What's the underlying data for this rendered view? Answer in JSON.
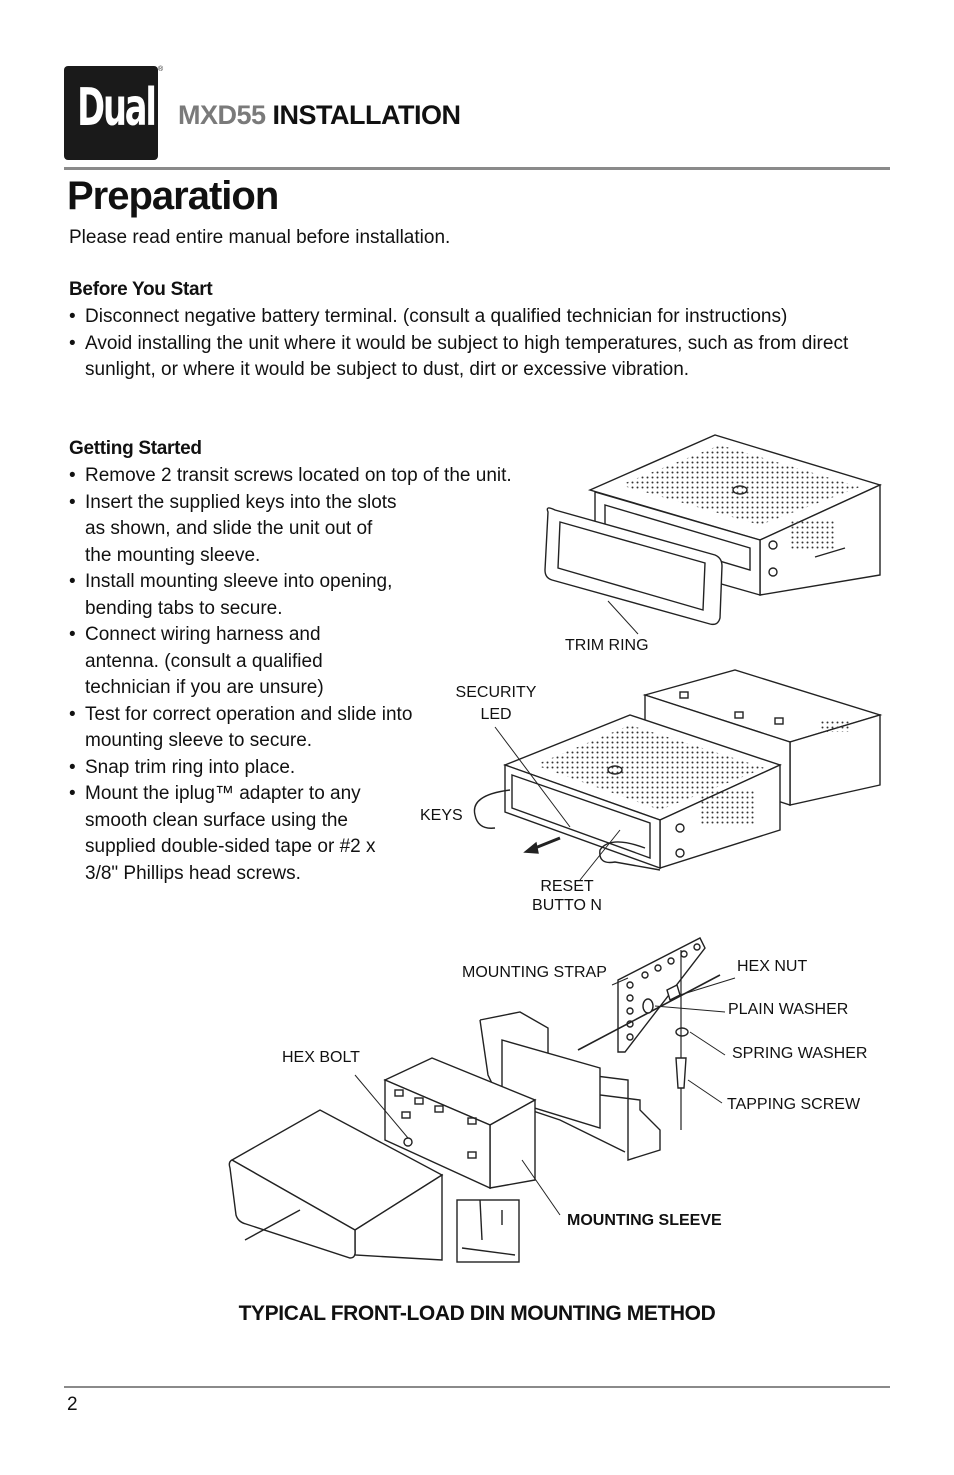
{
  "header": {
    "logo_text": "Dual",
    "logo_mark": "®",
    "model": "MXD55",
    "section": "INSTALLATION"
  },
  "page_title": "Preparation",
  "intro": "Please read entire manual before installation.",
  "before_you_start": {
    "heading": "Before You Start",
    "items": [
      "Disconnect negative battery terminal. (consult a qualified technician for instructions)",
      "Avoid installing the unit where it would be subject to high temperatures, such as from direct sunlight, or where it would be subject to dust, dirt or excessive vibration."
    ]
  },
  "getting_started": {
    "heading": "Getting Started",
    "items": [
      "Remove 2 transit screws located on top of the unit.",
      "Insert the supplied keys into the slots as shown, and slide the unit out of the mounting sleeve.",
      "Install mounting sleeve into opening, bending tabs to secure.",
      "Connect wiring harness and antenna. (consult a qualified technician if you are unsure)",
      "Test for correct operation and slide into mounting sleeve to secure.",
      "Snap trim ring into place.",
      "Mount the iplug™ adapter to any smooth clean surface using the supplied double-sided tape or #2 x 3/8\" Phillips head screws."
    ]
  },
  "diagram_labels": {
    "trim_ring": "TRIM RING",
    "security_led_1": "SECURITY",
    "security_led_2": "LED",
    "keys": "KEYS",
    "reset_1": "RESET",
    "reset_2": "BUTTO N",
    "mounting_strap": "MOUNTING STRAP",
    "hex_nut": "HEX NUT",
    "plain_washer": "PLAIN WASHER",
    "spring_washer": "SPRING WASHER",
    "hex_bolt": "HEX BOLT",
    "tapping_screw": "TAPPING SCREW",
    "mounting_sleeve": "MOUNTING SLEEVE"
  },
  "caption": "TYPICAL FRONT-LOAD DIN MOUNTING METHOD",
  "page_number": "2"
}
